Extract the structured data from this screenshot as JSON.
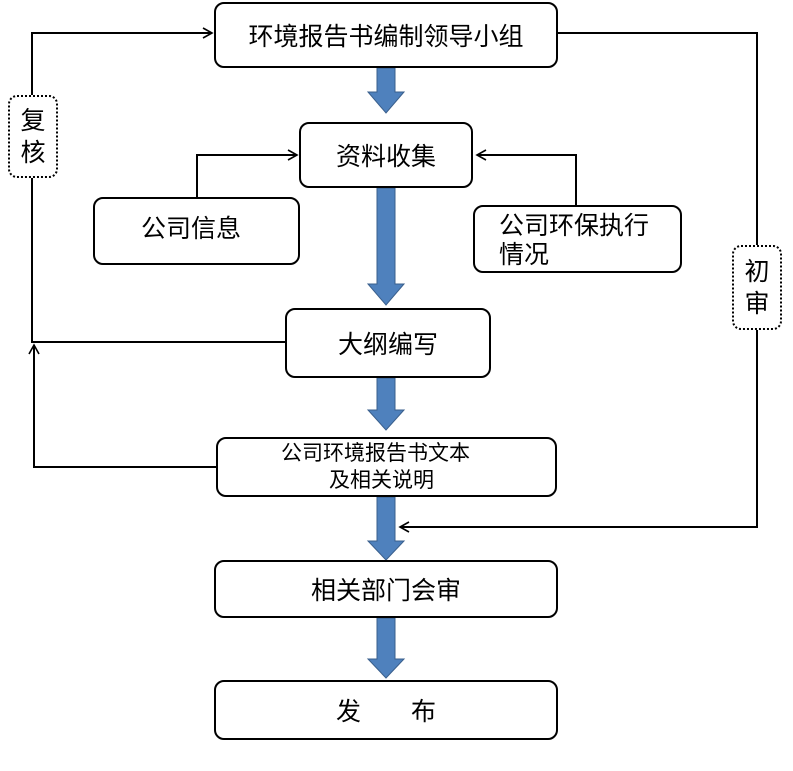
{
  "diagram": {
    "nodes": {
      "leadership_group": "环境报告书编制领导小组",
      "data_collection": "资料收集",
      "company_info": "公司信息",
      "env_status_line1": "公司环保执行",
      "env_status_line2": "情况",
      "outline": "大纲编写",
      "report_text_line1": "公司环境报告书文本",
      "report_text_line2": "及相关说明",
      "dept_review": "相关部门会审",
      "publish": "发　　布"
    },
    "side_labels": {
      "recheck_1": "复",
      "recheck_2": "核",
      "initial_review_1": "初",
      "initial_review_2": "审"
    },
    "colors": {
      "arrow_fill": "#4f81bd",
      "arrow_outline": "#3a5f8c",
      "line": "#000000"
    }
  }
}
